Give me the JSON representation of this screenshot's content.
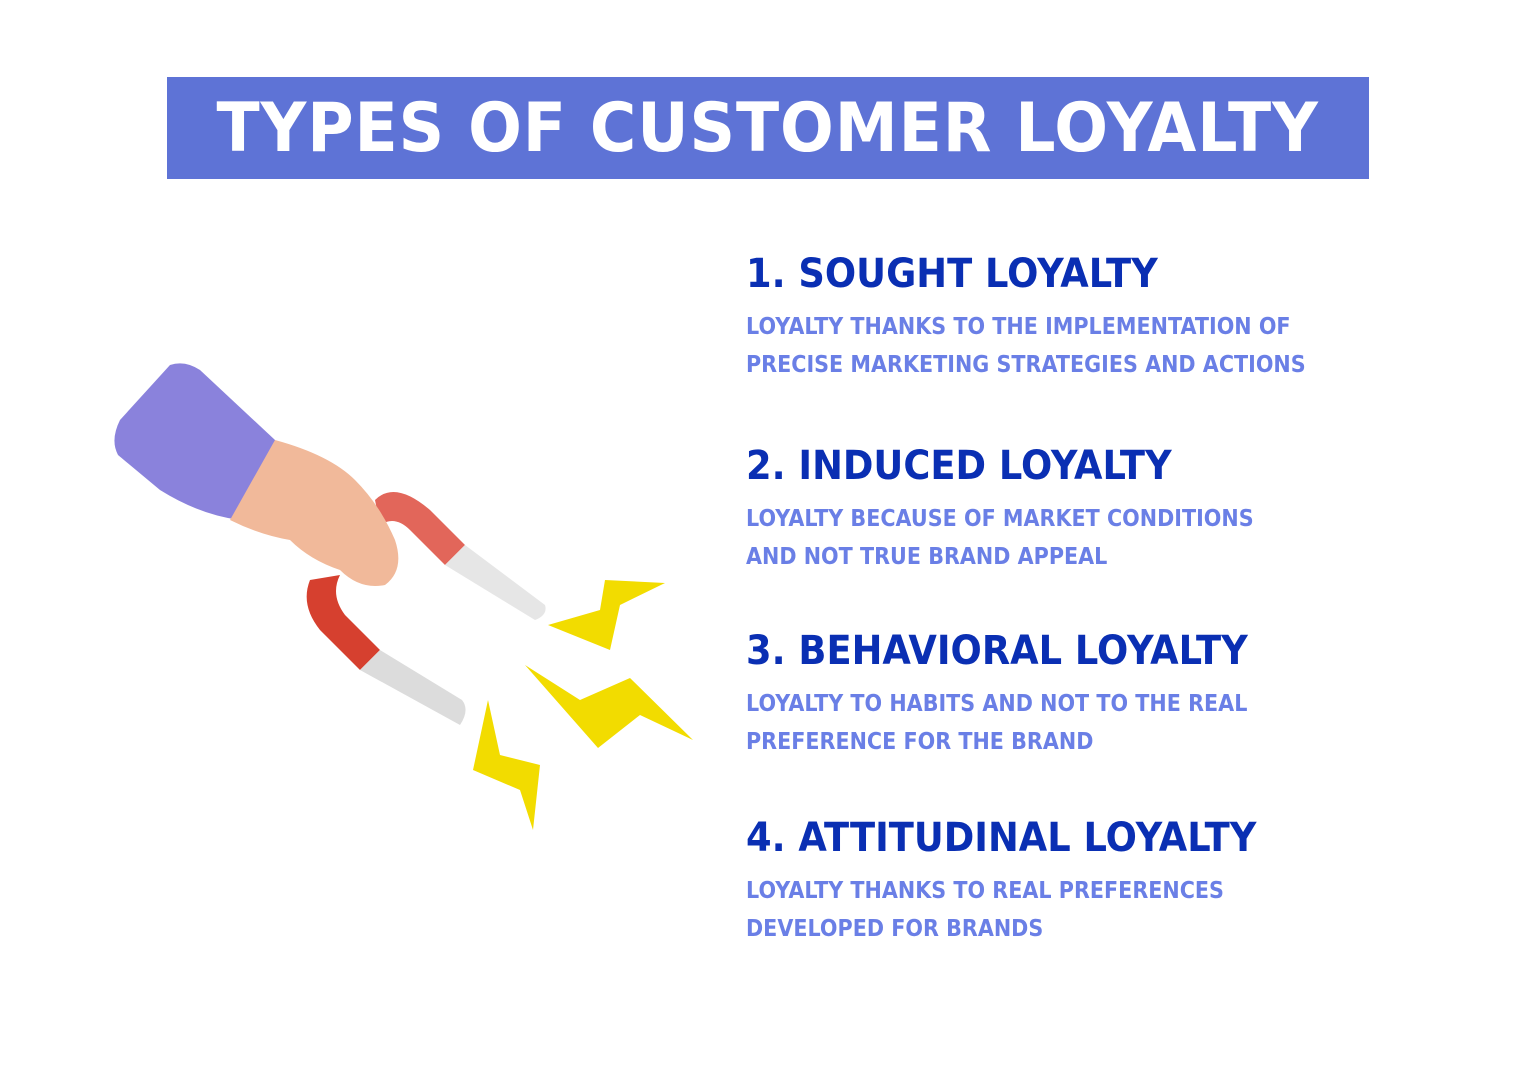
{
  "title": "TYPES OF CUSTOMER LOYALTY",
  "colors": {
    "banner": "#5e73d6",
    "heading": "#0a2fb3",
    "body": "#6a7fe6"
  },
  "illustration": {
    "description": "hand holding magnet with lightning bolts",
    "icon": "magnet-icon"
  },
  "items": [
    {
      "heading": "1. SOUGHT LOYALTY",
      "line1": "LOYALTY THANKS TO THE IMPLEMENTATION OF",
      "line2": "PRECISE MARKETING STRATEGIES AND ACTIONS"
    },
    {
      "heading": "2. INDUCED LOYALTY",
      "line1": "LOYALTY BECAUSE OF MARKET CONDITIONS",
      "line2": "AND NOT TRUE BRAND APPEAL"
    },
    {
      "heading": "3. BEHAVIORAL LOYALTY",
      "line1": "LOYALTY TO HABITS AND NOT TO THE REAL",
      "line2": "PREFERENCE FOR THE BRAND"
    },
    {
      "heading": "4. ATTITUDINAL LOYALTY",
      "line1": "LOYALTY THANKS TO REAL PREFERENCES",
      "line2": "DEVELOPED FOR BRANDS"
    }
  ]
}
